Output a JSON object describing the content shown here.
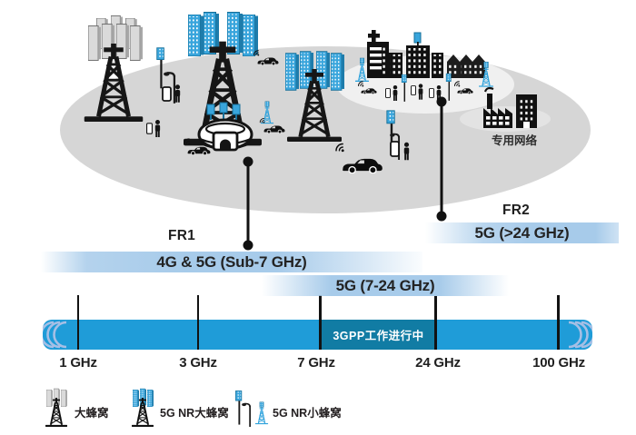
{
  "scene": {
    "private_network_label": "专用网络"
  },
  "frequency_ranges": {
    "fr1": {
      "name": "FR1",
      "band": "4G & 5G (Sub-7 GHz)"
    },
    "fr2": {
      "name": "FR2",
      "band": "5G (>24 GHz)"
    },
    "mid": {
      "band": "5G (7-24 GHz)"
    }
  },
  "spectrum_bar": {
    "working_note": "3GPP工作进行中",
    "ticks": [
      {
        "label": "1 GHz"
      },
      {
        "label": "3 GHz"
      },
      {
        "label": "7 GHz"
      },
      {
        "label": "24 GHz"
      },
      {
        "label": "100 GHz"
      }
    ]
  },
  "legend": {
    "items": [
      {
        "icon": "macro-cell-tower-icon",
        "label": "大蜂窝"
      },
      {
        "icon": "5g-nr-macro-cell-tower-icon",
        "label": "5G NR大蜂窝"
      },
      {
        "icon": "5g-nr-small-cell-icon",
        "label": "5G NR小蜂窝"
      }
    ]
  },
  "colors": {
    "bar_blue": "#1f9cd8",
    "bar_dark_segment": "#117ca4",
    "band_gradient_blue": "#a7cbea",
    "icon_blue": "#39a5dc",
    "icon_blue_dark": "#1e7cab",
    "scene_gray": "#d6d6d6",
    "text_dark": "#231f20"
  }
}
